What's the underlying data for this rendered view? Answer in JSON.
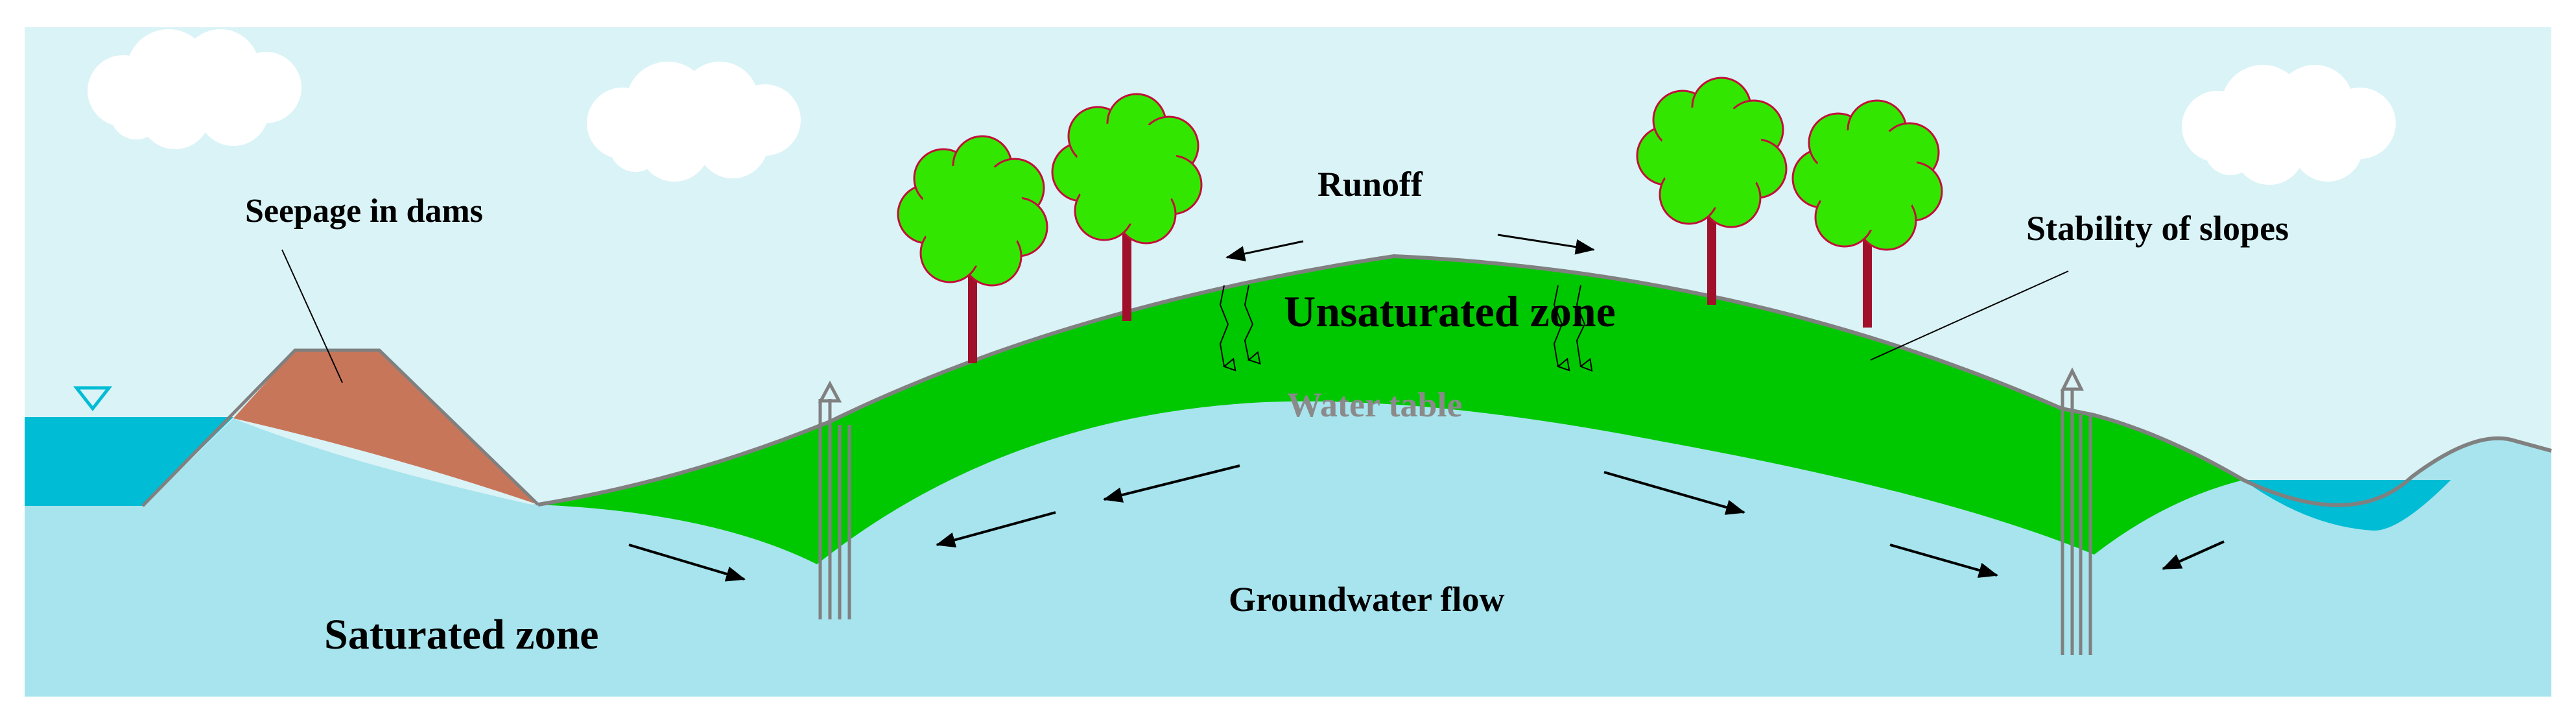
{
  "labels": {
    "seepage": "Seepage in dams",
    "runoff": "Runoff",
    "unsaturated": "Unsaturated zone",
    "water_table": "Water table",
    "stability": "Stability of slopes",
    "groundwater": "Groundwater flow",
    "saturated": "Saturated zone"
  },
  "colors": {
    "sky": "#daf3f7",
    "saturated": "#a7e4ee",
    "unsaturated": "#00c800",
    "surface_water": "#00bcd4",
    "dam": "#c8765a",
    "tree_foliage": "#33e600",
    "tree_trunk": "#a0102a",
    "outline": "#808080"
  },
  "icons": [
    "water-level-marker-icon",
    "cloud-icon",
    "tree-icon",
    "well-pipe-icon",
    "flow-arrow-icon",
    "infiltration-arrow-icon"
  ]
}
